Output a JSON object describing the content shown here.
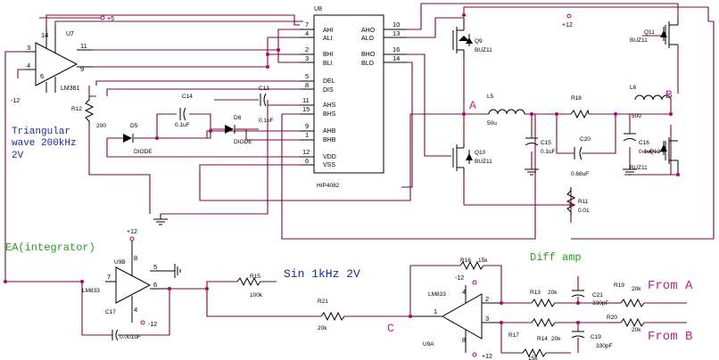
{
  "labels": {
    "u7": "U7",
    "lm361": "LM361",
    "u8": "U8",
    "plus5": "+5",
    "minus12": "-12",
    "plus12_top": "+12",
    "u7_pins": [
      "14",
      "3",
      "4",
      "11",
      "9",
      "6"
    ],
    "hip": {
      "left": [
        "AHI",
        "ALI",
        "BHI",
        "BLI",
        "DEL",
        "DIS",
        "AHS",
        "BHS",
        "AHB",
        "BHB",
        "VDD",
        "VSS"
      ],
      "left_pins": [
        "7",
        "4",
        "2",
        "3",
        "5",
        "8",
        "11",
        "15",
        "9",
        "1",
        "12",
        "6"
      ],
      "right": [
        "AHO",
        "ALO",
        "BHO",
        "BLO"
      ],
      "right_pins": [
        "10",
        "13",
        "16",
        "14"
      ],
      "part": "HIP4082"
    },
    "c14": "C14",
    "c14v": "0.1uF",
    "c13": "C13",
    "c13v": "0.1uF",
    "d5": "D5",
    "d6": "D6",
    "diode": "DIODE",
    "r12": "R12",
    "r12v": "200",
    "q9": "Q9",
    "q10": "Q10",
    "q11": "Q11",
    "q12": "Q12",
    "buz": "BUZ11",
    "l5": "L5",
    "l5v": "50u",
    "l6": "L6",
    "l6v": "50u",
    "r18": "R18",
    "c15": "C15",
    "c15v": "0.1uF",
    "c20": "C20",
    "c20v": "0.68uF",
    "c16": "C16",
    "c16v": "0.1uF",
    "r11": "R11",
    "r11v": "0.01",
    "u9b": "U9B",
    "lm833a": "LM833",
    "c17": "C17",
    "c17v": "0.001uF",
    "r15": "R15",
    "r15v": "100k",
    "r21": "R21",
    "r21v": "20k",
    "u9a": "U9A",
    "lm833b": "LM833",
    "r16": "R16",
    "r16v": "15k",
    "r13": "R13",
    "r13v": "20k",
    "r14": "R14",
    "r14v": "20k",
    "r17": "R17",
    "r17v": "15k",
    "c21": "C21",
    "c21v": "330pF",
    "c19": "C19",
    "c19v": "330pF",
    "r19": "R19",
    "r19v": "20k",
    "r20": "R20",
    "r20v": "20k",
    "plus12_a": "+12",
    "minus12_a": "-12",
    "plus12_b": "+12",
    "minus12_b": "-12",
    "u9b_pins": [
      "7",
      "5",
      "6",
      "8",
      "4"
    ],
    "u9a_pins": [
      "2",
      "3",
      "1",
      "4",
      "8"
    ]
  },
  "annotations": {
    "triangular": "Triangular",
    "wave": "wave 200kHz",
    "twov": "2V",
    "ea": "EA(integrator)",
    "sin": "Sin 1kHz 2V",
    "diff": "Diff amp",
    "from_a": "From A",
    "from_b": "From B",
    "node_a": "A",
    "node_b": "B",
    "node_c": "C"
  },
  "colors": {
    "wire": "#7a0a2a",
    "junction": "#b1007a",
    "annotation_blue": "#1a2aa0",
    "annotation_green": "#20a020",
    "annotation_pink": "#c0208a"
  }
}
